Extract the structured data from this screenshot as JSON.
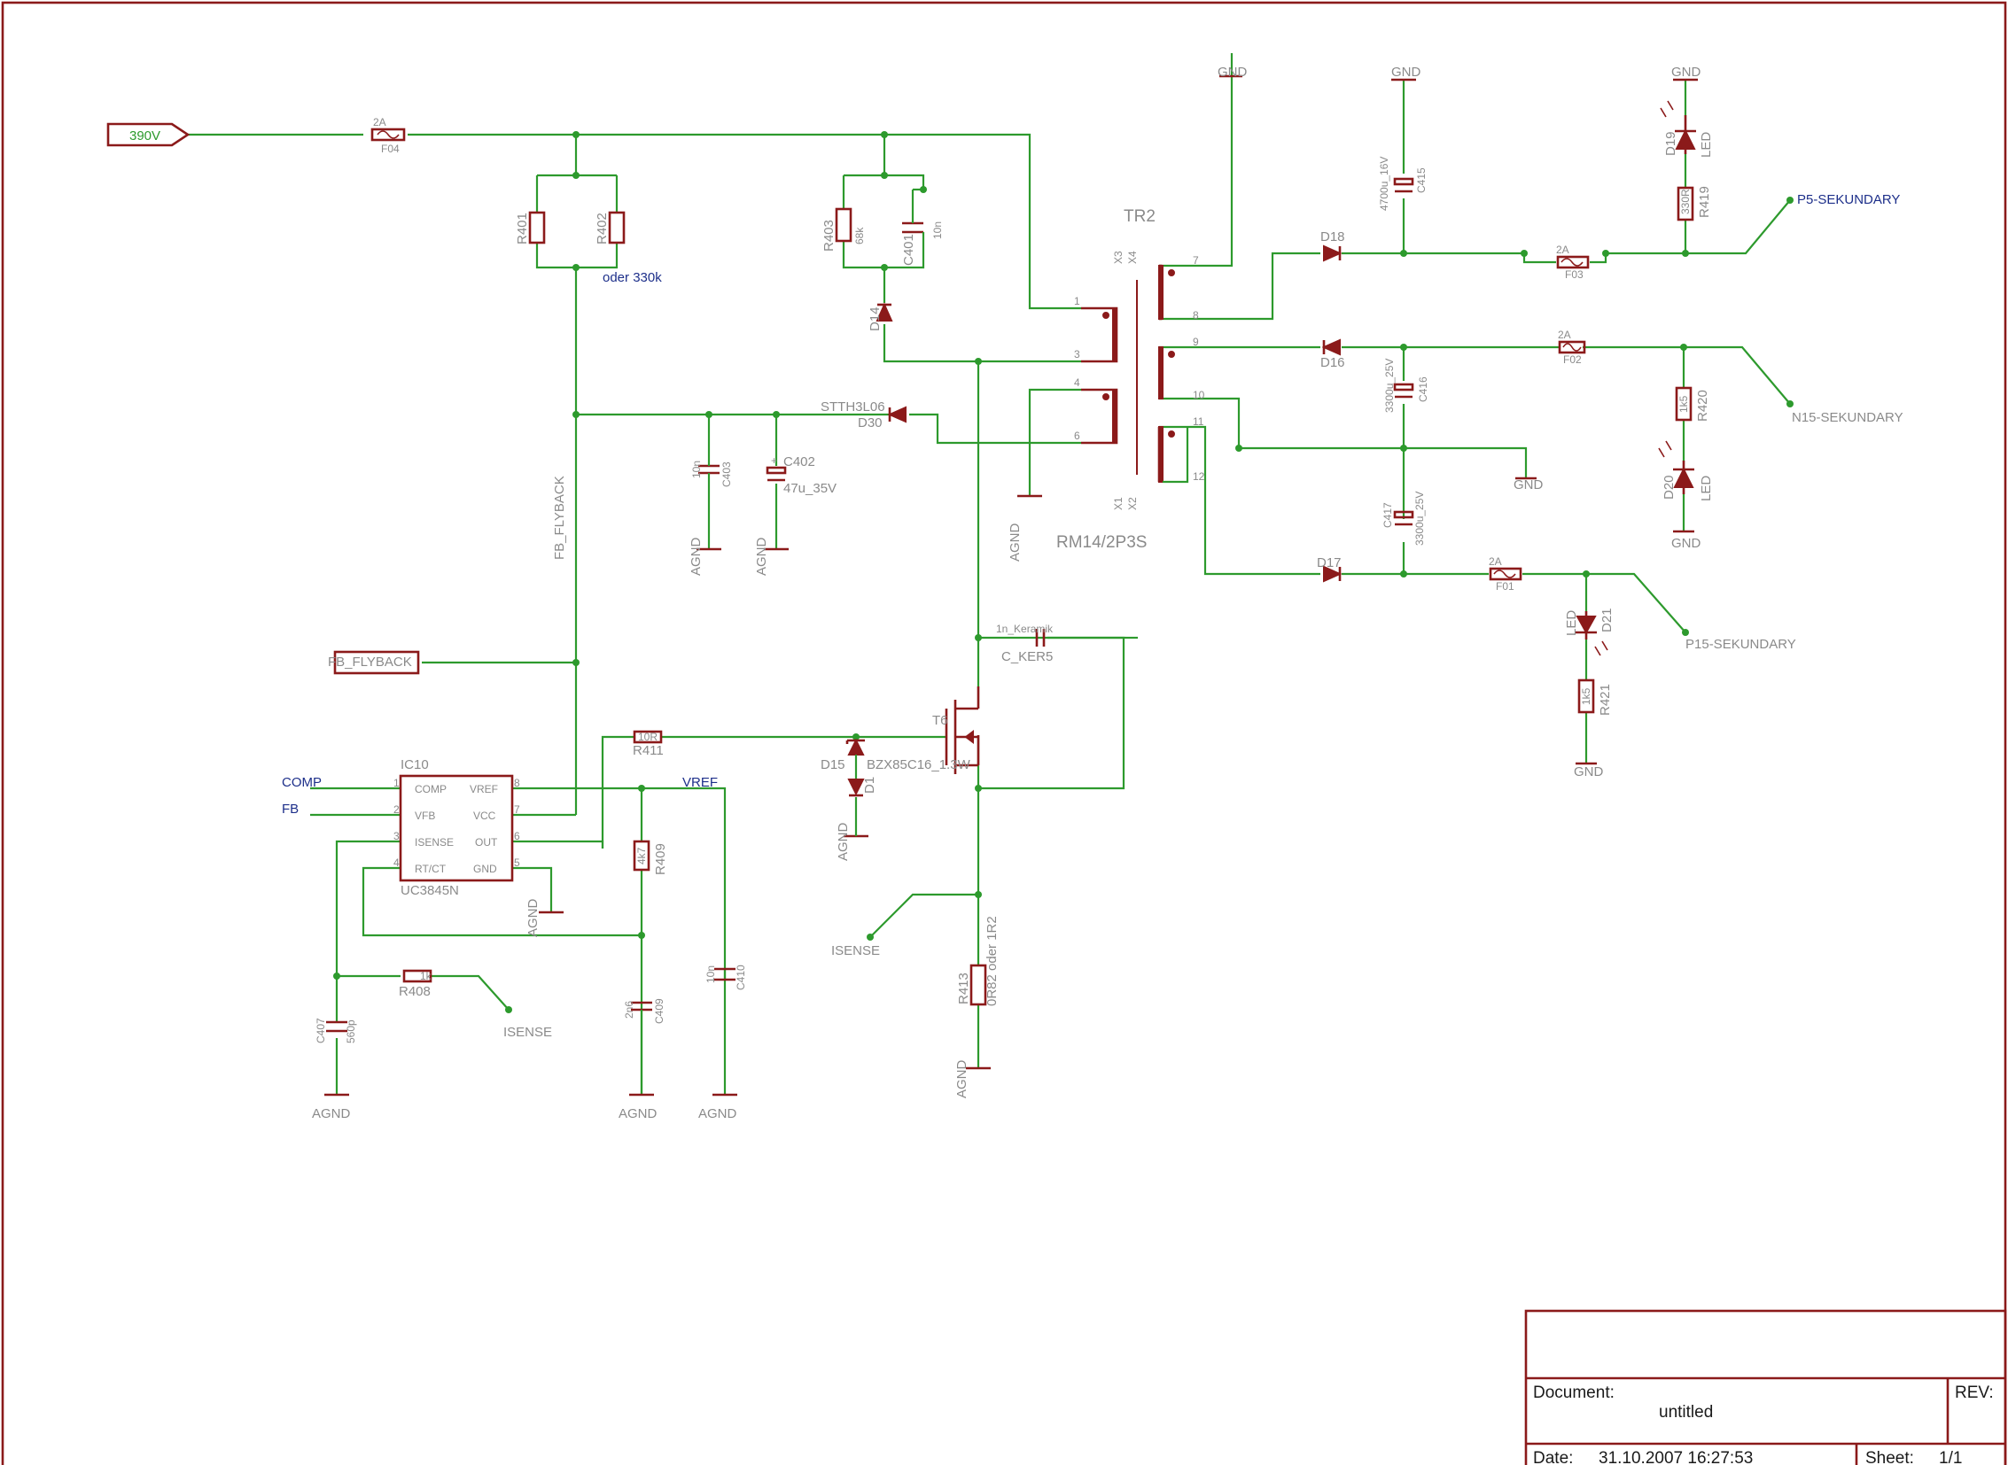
{
  "inputs": {
    "v390": "390V",
    "fb_flyback": "FB_FLYBACK",
    "comp": "COMP",
    "fb": "FB",
    "vref": "VREF"
  },
  "fuses": {
    "f04": "F04",
    "f03": "F03",
    "f02": "F02",
    "f01": "F01",
    "tiny": "2A"
  },
  "transformer": {
    "name": "TR2",
    "value": "RM14/2P3S",
    "x1": "X1",
    "x2": "X2",
    "x3": "X3",
    "x4": "X4",
    "pins": [
      "1",
      "3",
      "4",
      "6",
      "7",
      "8",
      "9",
      "10",
      "11",
      "12"
    ]
  },
  "resistors": {
    "r401": "R401",
    "r402": "R402",
    "r402_alt": "oder 330k",
    "r403": "R403",
    "r403_val": "68k",
    "r411": "R411",
    "r411_val": "10R",
    "r409": "R409",
    "r409_val": "4k7",
    "r408": "R408",
    "r408_val": "1k",
    "r413": "R413",
    "r413_val": "0R82 oder 1R2",
    "r419": "R419",
    "r419_val": "330R",
    "r420": "R420",
    "r420_val": "1k5",
    "r421": "R421",
    "r421_val": "1k5"
  },
  "capacitors": {
    "c401": "C401",
    "c401_val": "10n",
    "c403": "C403",
    "c403_val": "10n",
    "c402": "C402",
    "c402_val": "47u_35V",
    "c415": "C415",
    "c415_val": "4700u_16V",
    "c416": "C416",
    "c416_val": "3300u_25V",
    "c417": "C417",
    "c417_val": "3300u_25V",
    "c_ker": "C_KER5",
    "c_ker_val": "1n_Keramik",
    "c407": "C407",
    "c407_val": "560p",
    "c409": "C409",
    "c409_val": "2n6",
    "c410": "C410",
    "c410_val": "10n"
  },
  "diodes": {
    "d14": "D14",
    "d30": "D30",
    "d30_val": "STTH3L06",
    "d18": "D18",
    "d16": "D16",
    "d17": "D17",
    "d15": "D15",
    "d15_val": "BZX85C16_1.3W",
    "d1": "D1",
    "d19": "D19",
    "d20": "D20",
    "d21": "D21",
    "led": "LED"
  },
  "mosfet": {
    "name": "T6"
  },
  "ic": {
    "name": "IC10",
    "part": "UC3845N",
    "left_pins": [
      {
        "num": "1",
        "name": "COMP"
      },
      {
        "num": "2",
        "name": "VFB"
      },
      {
        "num": "3",
        "name": "ISENSE"
      },
      {
        "num": "4",
        "name": "RT/CT"
      }
    ],
    "right_pins": [
      {
        "num": "8",
        "name": "VREF"
      },
      {
        "num": "7",
        "name": "VCC"
      },
      {
        "num": "6",
        "name": "OUT"
      },
      {
        "num": "5",
        "name": "GND"
      }
    ]
  },
  "grounds": {
    "gnd": "GND",
    "agnd": "AGND"
  },
  "nets": {
    "isense": "ISENSE",
    "fb_flyback_net": "FB_FLYBACK",
    "p5": "P5-SEKUNDARY",
    "n15": "N15-SEKUNDARY",
    "p15": "P15-SEKUNDARY"
  },
  "title_block": {
    "document_label": "Document:",
    "document_value": "untitled",
    "rev_label": "REV:",
    "date_label": "Date:",
    "date_value": "31.10.2007 16:27:53",
    "sheet_label": "Sheet:",
    "sheet_value": "1/1"
  },
  "colors": {
    "wire": "#2d9a2d",
    "part": "#8b1a1a",
    "label": "#8a8a8a",
    "net_label": "#1d2f8a"
  }
}
